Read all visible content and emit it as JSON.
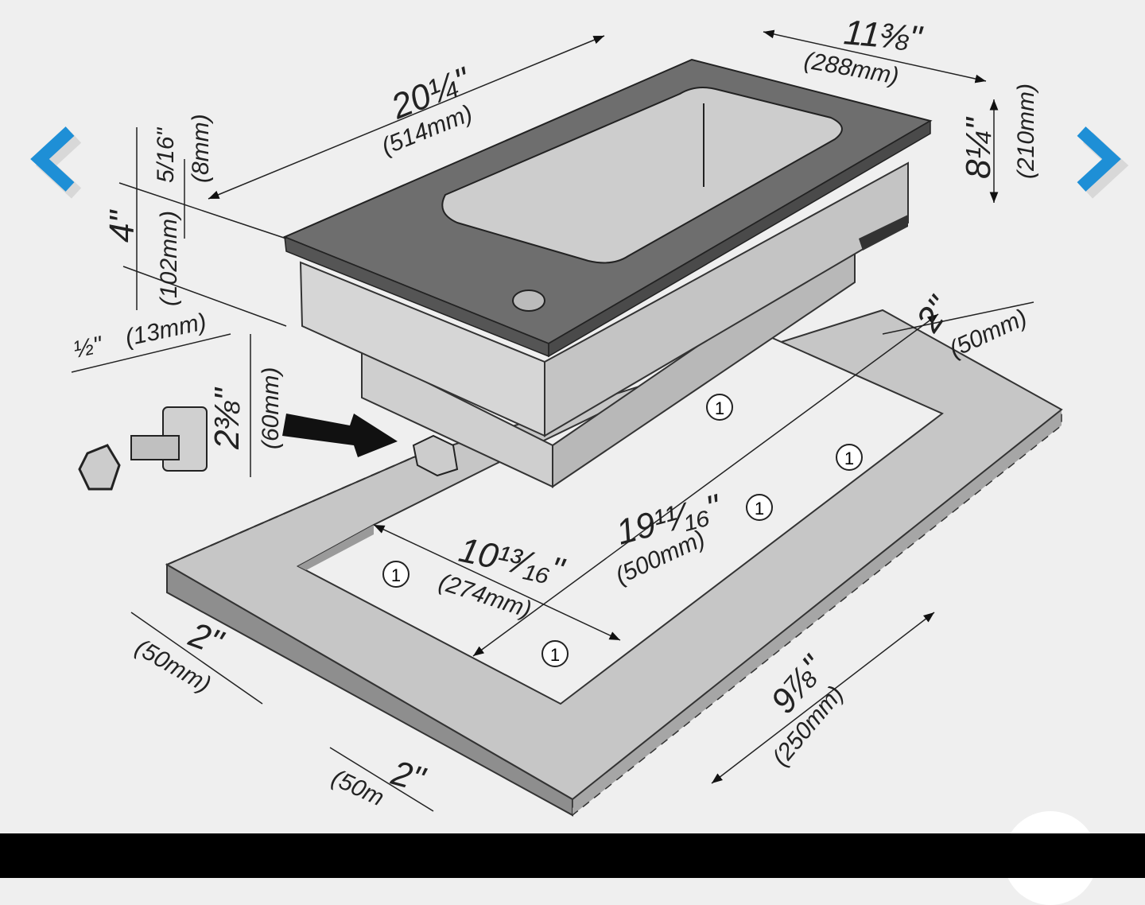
{
  "navigation": {
    "previous_icon": "chevron-left-icon",
    "next_icon": "chevron-right-icon",
    "accent_color": "#1e8fd6"
  },
  "dimensions": {
    "overall_length": {
      "in": "20¼\"",
      "mm": "(514mm)"
    },
    "overall_width": {
      "in": "11⅜\"",
      "mm": "(288mm)"
    },
    "depth": {
      "in": "8¼\"",
      "mm": "(210mm)"
    },
    "glass_thickness": {
      "in": "5/16\"",
      "mm": "(8mm)"
    },
    "height": {
      "in": "4\"",
      "mm": "(102mm)"
    },
    "gas_offset": {
      "in": "½\"",
      "mm": "(13mm)"
    },
    "gas_height": {
      "in": "2⅜\"",
      "mm": "(60mm)"
    },
    "rear_clearance": {
      "in": "2\"",
      "mm": "(50mm)"
    },
    "cutout_length": {
      "in": "19¹¹⁄₁₆\"",
      "mm": "(500mm)"
    },
    "cutout_width": {
      "in": "10¹³⁄₁₆\"",
      "mm": "(274mm)"
    },
    "front_clearance": {
      "in": "2\"",
      "mm": "(50mm)"
    },
    "side_clearance": {
      "in": "2\"",
      "mm": "(50m"
    },
    "counter_depth": {
      "in": "9⅞\"",
      "mm": "(250mm)"
    }
  },
  "bracket_marker": "1"
}
